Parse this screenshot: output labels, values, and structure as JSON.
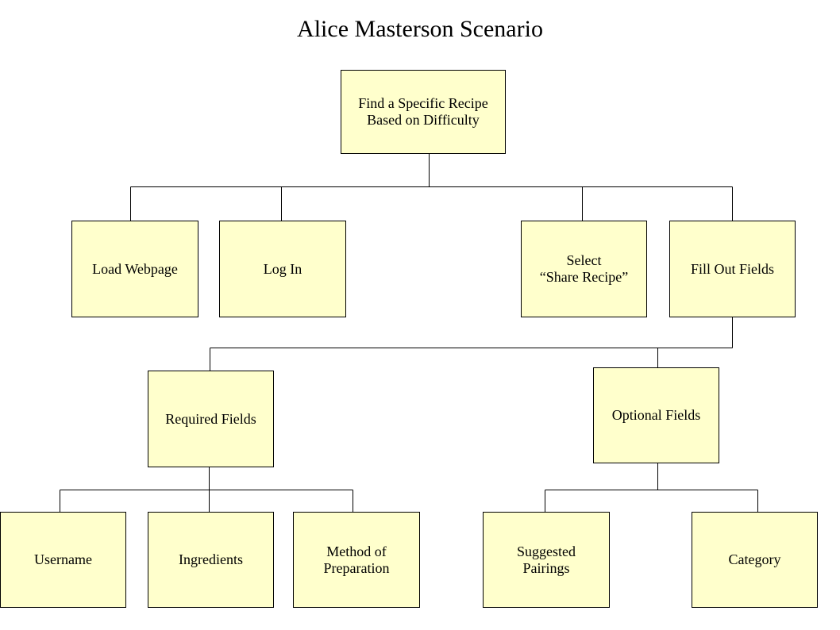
{
  "diagram": {
    "title": "Alice Masterson Scenario",
    "nodes": {
      "root": "Find a Specific Recipe\nBased on Difficulty",
      "load_webpage": "Load Webpage",
      "log_in": "Log In",
      "select_share": "Select\n“Share Recipe”",
      "fill_out_fields": "Fill Out Fields",
      "required_fields": "Required Fields",
      "optional_fields": "Optional Fields",
      "username": "Username",
      "ingredients": "Ingredients",
      "method": "Method of\nPreparation",
      "suggested_pairings": "Suggested\nPairings",
      "category": "Category"
    },
    "edges": [
      [
        "root",
        "load_webpage"
      ],
      [
        "root",
        "log_in"
      ],
      [
        "root",
        "select_share"
      ],
      [
        "root",
        "fill_out_fields"
      ],
      [
        "fill_out_fields",
        "required_fields"
      ],
      [
        "fill_out_fields",
        "optional_fields"
      ],
      [
        "required_fields",
        "username"
      ],
      [
        "required_fields",
        "ingredients"
      ],
      [
        "required_fields",
        "method"
      ],
      [
        "optional_fields",
        "suggested_pairings"
      ],
      [
        "optional_fields",
        "category"
      ]
    ],
    "colors": {
      "node_fill": "#ffffcc",
      "line": "#000000"
    }
  }
}
